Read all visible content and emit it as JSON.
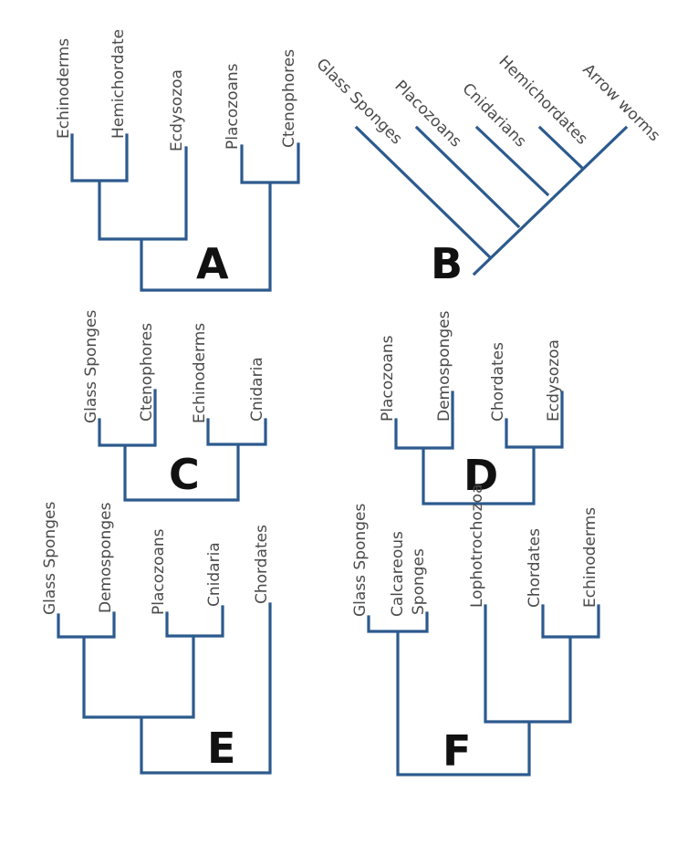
{
  "trees": [
    {
      "letter": "A",
      "taxa": [
        "Echinoderms",
        "Hemichordate",
        "Ecdysozoa",
        "Placozoans",
        "Ctenophores"
      ]
    },
    {
      "letter": "B",
      "taxa": [
        "Glass Sponges",
        "Placozoans",
        "Cnidarians",
        "Hemichordates",
        "Arrow worms"
      ]
    },
    {
      "letter": "C",
      "taxa": [
        "Glass Sponges",
        "Ctenophores",
        "Echinoderms",
        "Cnidaria"
      ]
    },
    {
      "letter": "D",
      "taxa": [
        "Placozoans",
        "Demosponges",
        "Chordates",
        "Ecdysozoa"
      ]
    },
    {
      "letter": "E",
      "taxa": [
        "Glass Sponges",
        "Demosponges",
        "Placozoans",
        "Cnidaria",
        "Chordates"
      ]
    },
    {
      "letter": "F",
      "taxa": [
        "Glass Sponges",
        "Calcareous",
        "Sponges",
        "Lophotrochozoa",
        "Chordates",
        "Echinoderms"
      ]
    }
  ]
}
